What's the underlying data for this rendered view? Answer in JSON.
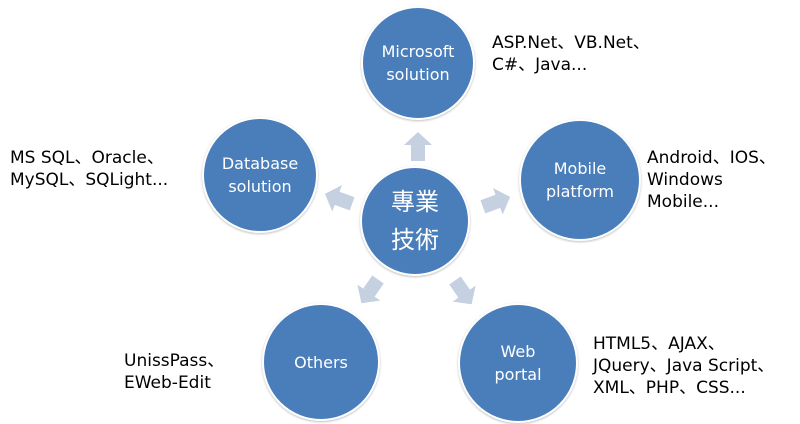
{
  "center": {
    "lines": [
      "專業",
      "技術"
    ]
  },
  "nodes": [
    {
      "id": "microsoft",
      "lines": [
        "Microsoft",
        "solution"
      ],
      "desc": [
        "ASP.Net、VB.Net、",
        "C#、Java..."
      ]
    },
    {
      "id": "mobile",
      "lines": [
        "Mobile",
        "platform"
      ],
      "desc": [
        "Android、IOS、",
        "Windows",
        "Mobile..."
      ]
    },
    {
      "id": "web",
      "lines": [
        "Web",
        "portal"
      ],
      "desc": [
        "HTML5、AJAX、",
        "JQuery、Java Script、",
        "XML、PHP、CSS..."
      ]
    },
    {
      "id": "others",
      "lines": [
        "Others"
      ],
      "desc": [
        "UnissPass、",
        "EWeb-Edit"
      ]
    },
    {
      "id": "database",
      "lines": [
        "Database",
        "solution"
      ],
      "desc": [
        "MS SQL、Oracle、",
        "MySQL、SQLight..."
      ]
    }
  ],
  "colors": {
    "node_fill": "#4a7ebb",
    "arrow_fill": "#c5d0e0",
    "text": "#000000"
  }
}
